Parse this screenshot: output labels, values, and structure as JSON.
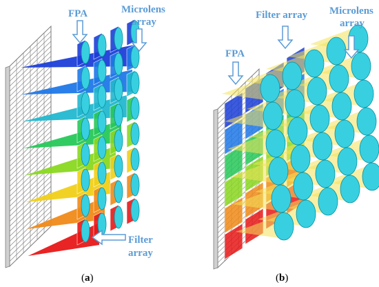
{
  "panel_a": {
    "labels": {
      "fpa": "FPA",
      "microlens_line1": "Microlens",
      "microlens_line2": "array",
      "filter_line1": "Filter",
      "filter_line2": "array"
    },
    "caption_open": "(",
    "caption_letter": "a",
    "caption_close": ")"
  },
  "panel_b": {
    "labels": {
      "fpa": "FPA",
      "filter": "Filter array",
      "microlens_line1": "Microlens",
      "microlens_line2": "array"
    },
    "caption_open": "(",
    "caption_letter": "b",
    "caption_close": ")"
  },
  "colors": {
    "label_blue": "#5b9bd5",
    "lens_cyan": "#38d0e0",
    "fpa_grid": "#7a7a7a",
    "cone_yellow": "#f2e15a",
    "spectrum": [
      "#1c3fd8",
      "#1f78e8",
      "#22b8d0",
      "#27c85a",
      "#8ad820",
      "#f0d018",
      "#f08a18",
      "#e81818"
    ]
  }
}
